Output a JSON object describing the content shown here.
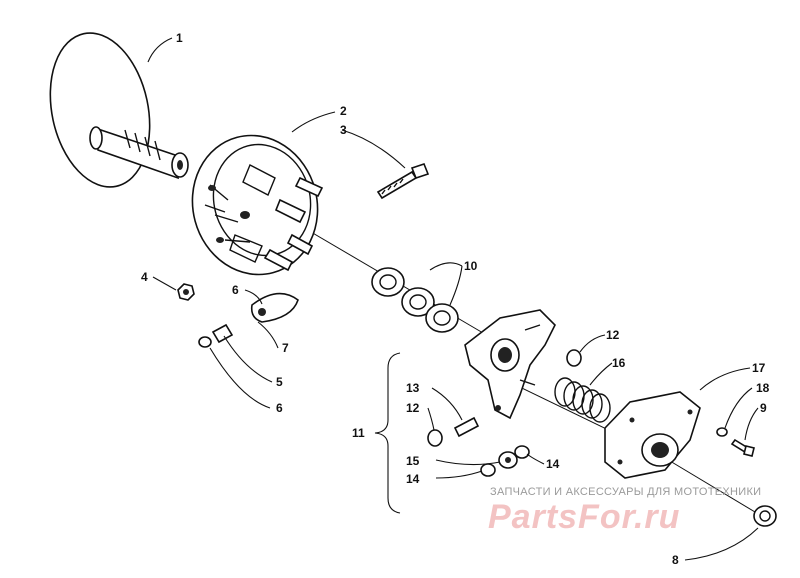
{
  "diagram": {
    "labels": {
      "p1": "1",
      "p2": "2",
      "p3": "3",
      "p4": "4",
      "p5": "5",
      "p6a": "6",
      "p6b": "6",
      "p7": "7",
      "p8": "8",
      "p9": "9",
      "p10": "10",
      "p11": "11",
      "p12a": "12",
      "p12b": "12",
      "p13": "13",
      "p14a": "14",
      "p14b": "14",
      "p15": "15",
      "p16": "16",
      "p17": "17",
      "p18": "18"
    }
  },
  "watermark": {
    "caption": "ЗАПЧАСТИ И АКСЕССУАРЫ ДЛЯ МОТОТЕХНИКИ",
    "logo": "PartsFor.ru"
  },
  "colors": {
    "ink": "#111111",
    "background": "#ffffff",
    "watermark": "#f3c3c3"
  }
}
